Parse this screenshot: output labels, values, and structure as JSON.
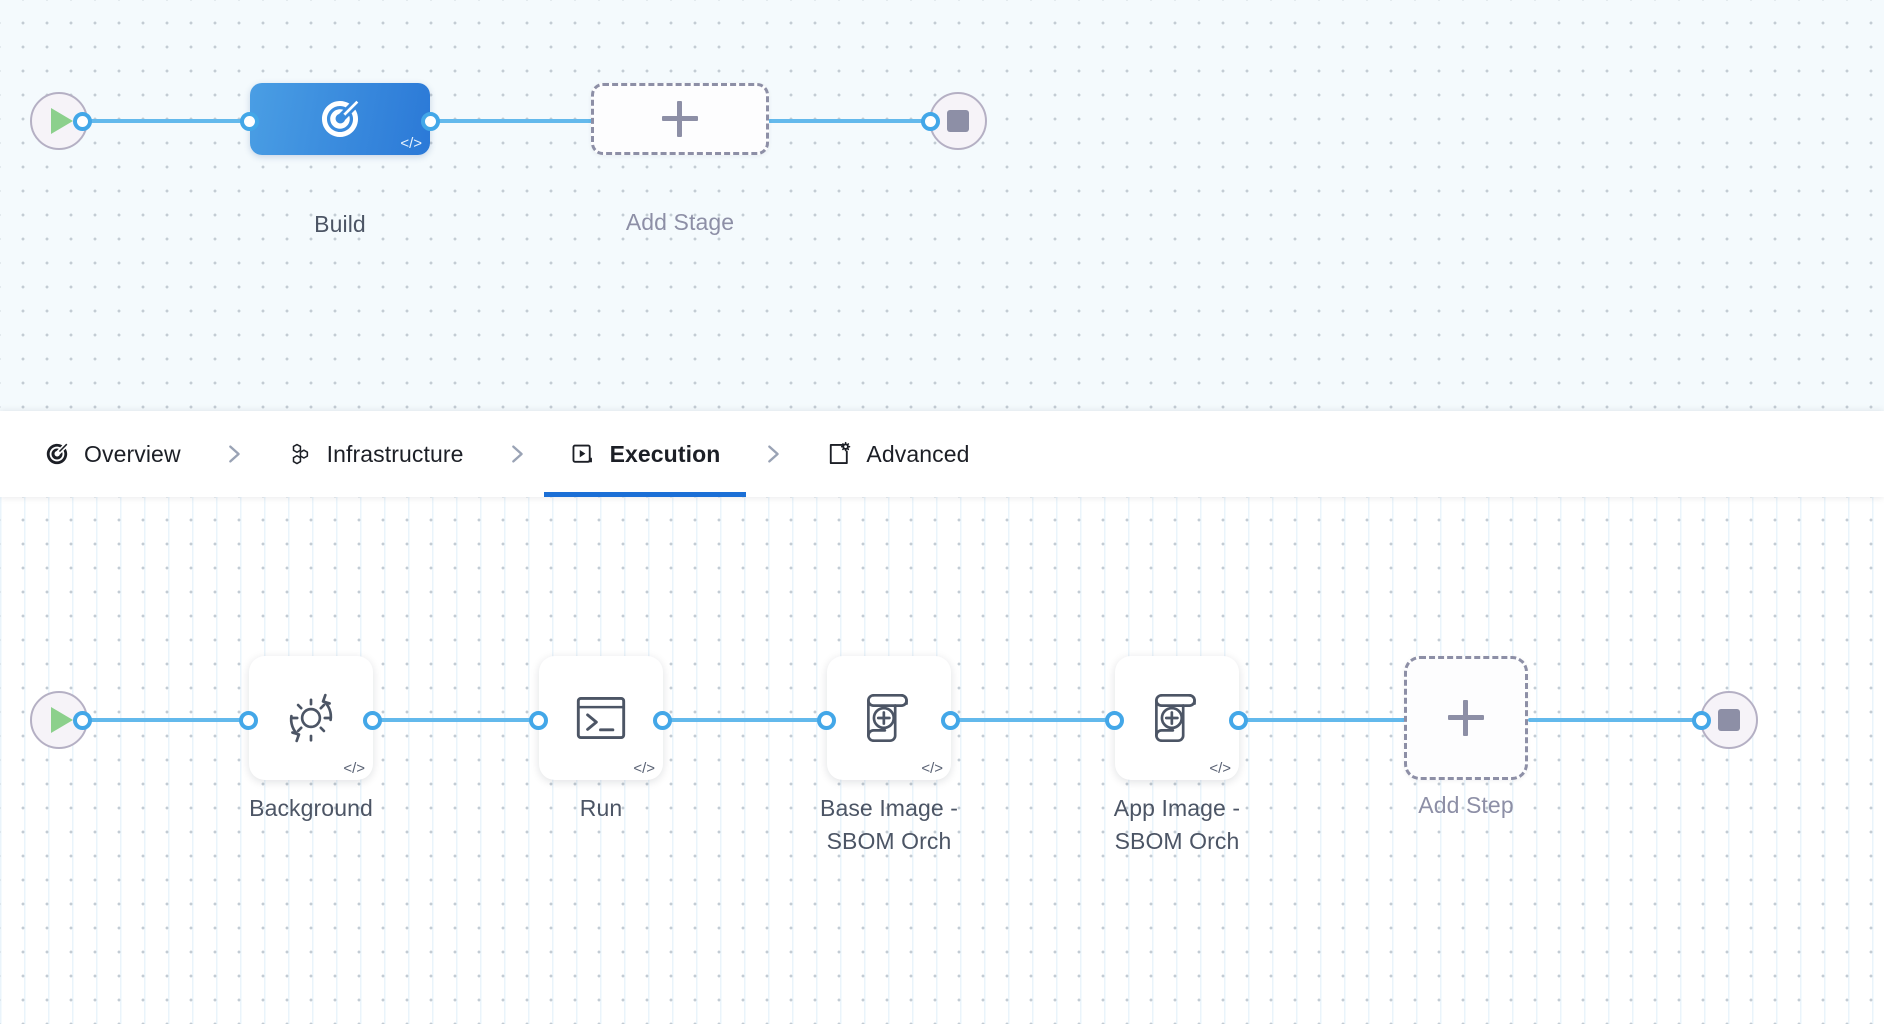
{
  "stage_canvas": {
    "name": "pipeline-stage-canvas",
    "start_node": {
      "icon": "play-icon",
      "label": ""
    },
    "end_node": {
      "icon": "stop-icon",
      "label": ""
    },
    "stages": [
      {
        "id": "build",
        "label": "Build",
        "icon": "harness-logo-icon",
        "badge": "</>",
        "selected": true
      }
    ],
    "add_stage": {
      "label": "Add Stage",
      "icon": "plus-icon"
    }
  },
  "tabbar": {
    "name": "stage-config-tabs",
    "separator_icon": "chevron-right-icon",
    "tabs": [
      {
        "id": "overview",
        "label": "Overview",
        "icon": "harness-logo-icon",
        "active": false
      },
      {
        "id": "infrastructure",
        "label": "Infrastructure",
        "icon": "hexagon-cluster-icon",
        "active": false
      },
      {
        "id": "execution",
        "label": "Execution",
        "icon": "play-in-box-icon",
        "active": true
      },
      {
        "id": "advanced",
        "label": "Advanced",
        "icon": "gear-card-icon",
        "active": false
      }
    ]
  },
  "step_canvas": {
    "name": "pipeline-step-canvas",
    "start_node": {
      "icon": "play-icon"
    },
    "end_node": {
      "icon": "stop-icon"
    },
    "steps": [
      {
        "id": "background",
        "label": "Background",
        "icon": "gear-refresh-icon",
        "badge": "</>"
      },
      {
        "id": "run",
        "label": "Run",
        "icon": "terminal-icon",
        "badge": "</>"
      },
      {
        "id": "base-image-sbom",
        "label": "Base Image -\nSBOM Orch",
        "icon": "scroll-plus-icon",
        "badge": "</>"
      },
      {
        "id": "app-image-sbom",
        "label": "App Image -\nSBOM Orch",
        "icon": "scroll-plus-icon",
        "badge": "</>"
      }
    ],
    "add_step": {
      "label": "Add Step",
      "icon": "plus-icon"
    }
  },
  "colors": {
    "connector": "#63b9ec",
    "port_ring": "#43a7e8",
    "stage_selected_from": "#4a9ee4",
    "stage_selected_to": "#2b79d7",
    "active_tab_underline": "#1b6fd6",
    "placeholder_dash": "#8d8fa6",
    "play_green": "#8cd08c",
    "stop_gray": "#8d8fa6",
    "stage_canvas_bg": "#f4fafd",
    "step_canvas_bg": "#ffffff"
  }
}
